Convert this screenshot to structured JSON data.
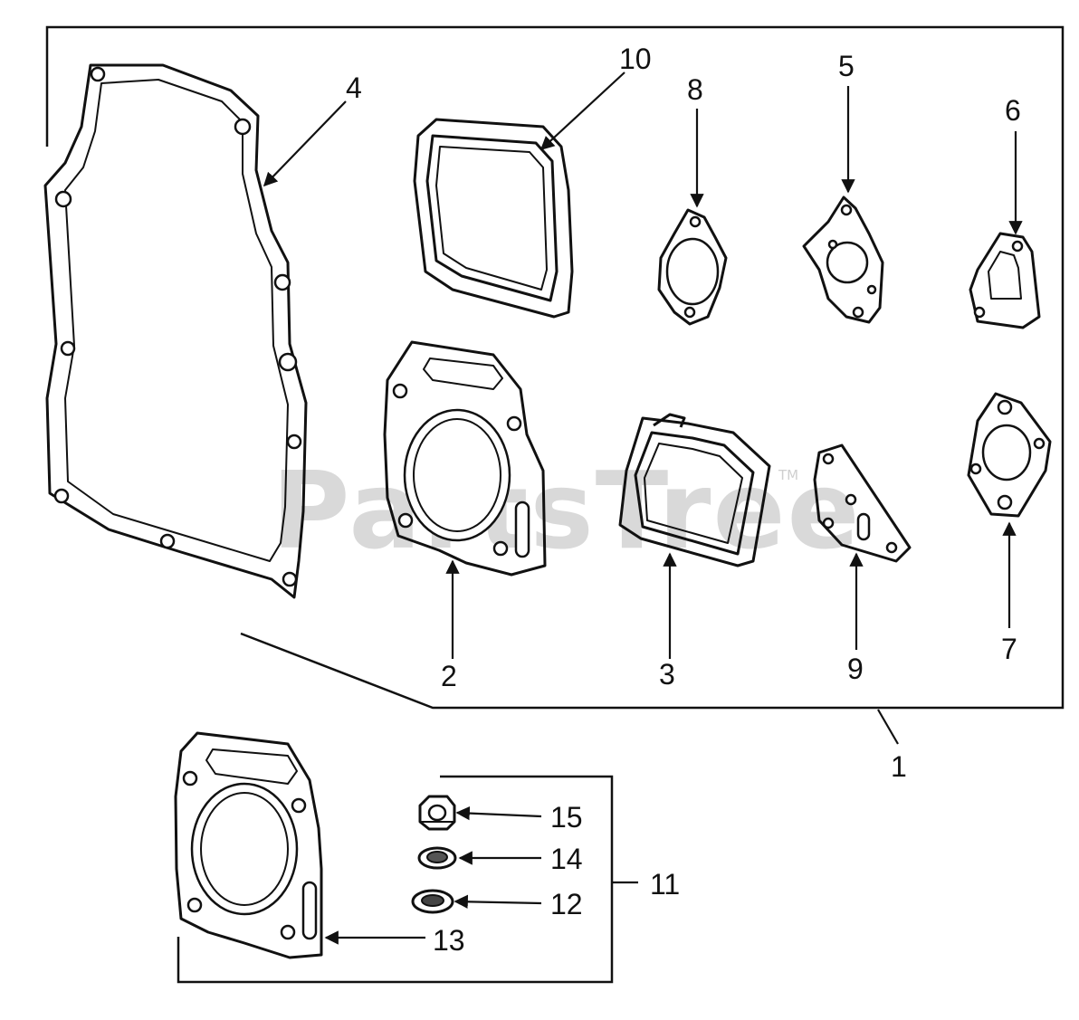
{
  "watermark": {
    "text": "PartsTree",
    "trademark": "TM"
  },
  "callouts": [
    {
      "key": "c1",
      "label": "1"
    },
    {
      "key": "c2",
      "label": "2"
    },
    {
      "key": "c3",
      "label": "3"
    },
    {
      "key": "c4",
      "label": "4"
    },
    {
      "key": "c5",
      "label": "5"
    },
    {
      "key": "c6",
      "label": "6"
    },
    {
      "key": "c7",
      "label": "7"
    },
    {
      "key": "c8",
      "label": "8"
    },
    {
      "key": "c9",
      "label": "9"
    },
    {
      "key": "c10",
      "label": "10"
    },
    {
      "key": "c11",
      "label": "11"
    },
    {
      "key": "c12",
      "label": "12"
    },
    {
      "key": "c13",
      "label": "13"
    },
    {
      "key": "c14",
      "label": "14"
    },
    {
      "key": "c15",
      "label": "15"
    }
  ]
}
